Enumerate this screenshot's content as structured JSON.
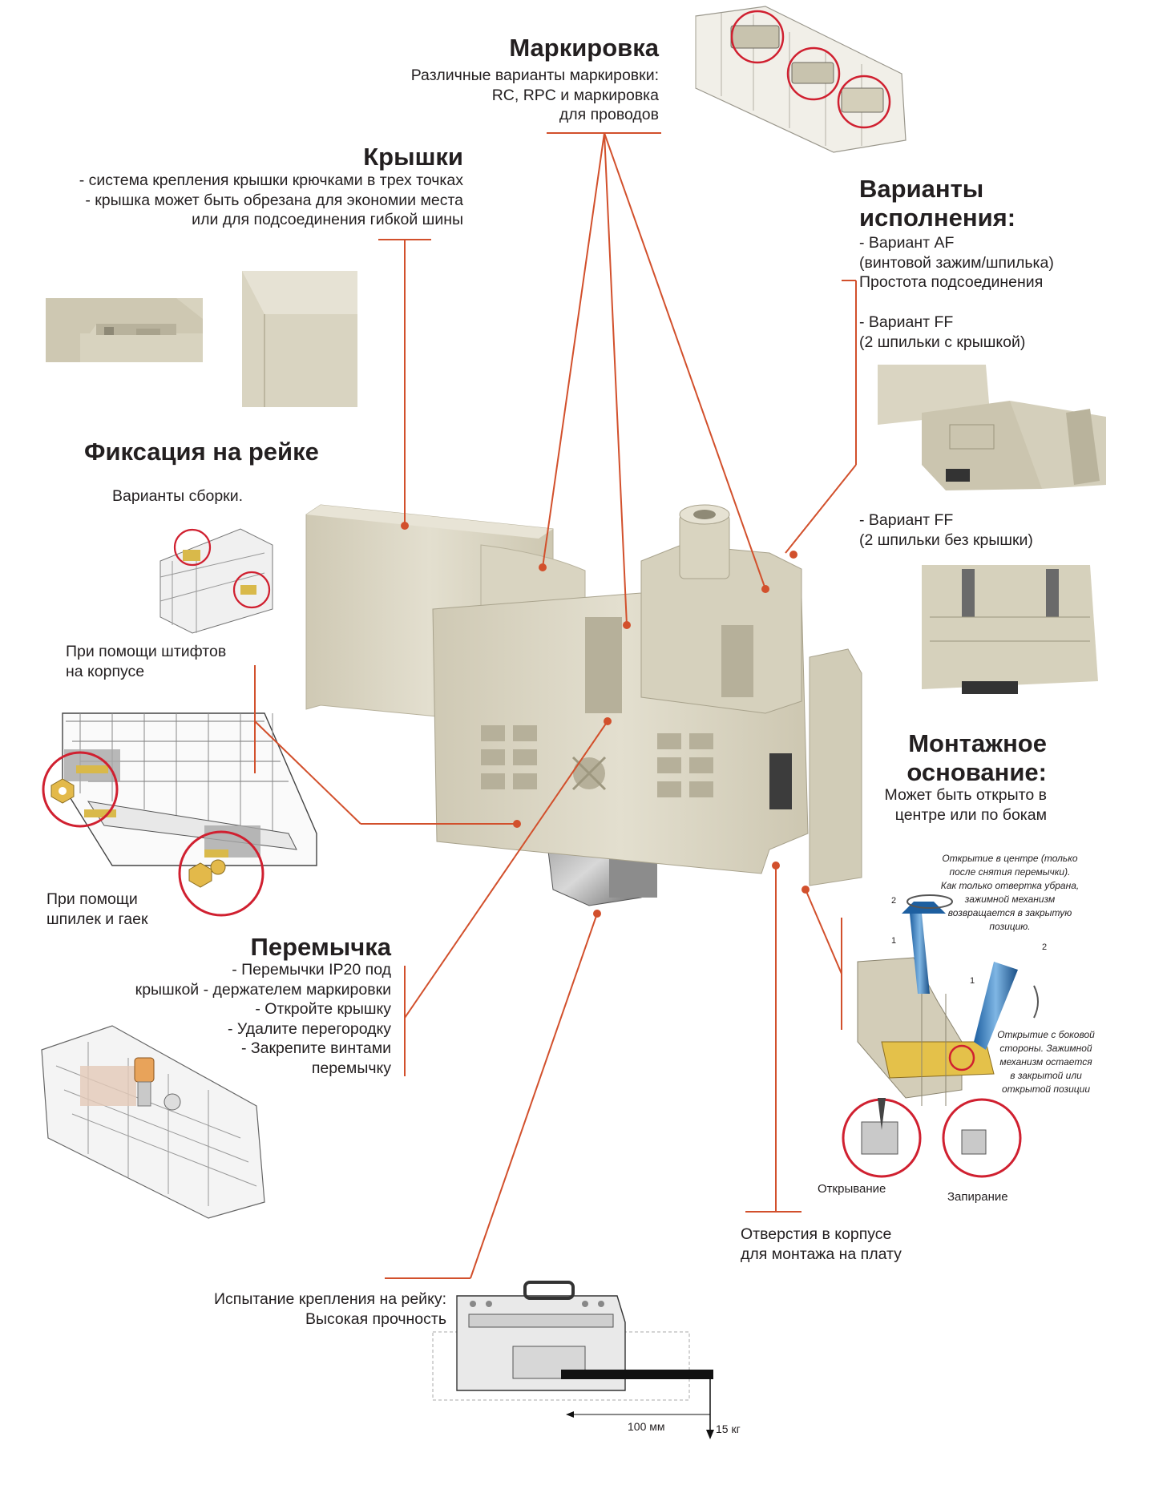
{
  "marking": {
    "title": "Маркировка",
    "lines": [
      "Различные варианты маркировки:",
      "RC, RPC и маркировка",
      "для проводов"
    ]
  },
  "covers": {
    "title": "Крышки",
    "lines": [
      "- система крепления крышки крючками в трех точках",
      "- крышка может быть обрезана для экономии места",
      "или для подсоединения гибкой шины"
    ]
  },
  "rail_fix": {
    "title": "Фиксация на рейке",
    "subtitle": "Варианты сборки.",
    "pins_label": [
      "При помощи штифтов",
      "на корпусе"
    ],
    "studs_label": [
      "При помощи",
      "шпилек и гаек"
    ]
  },
  "jumper": {
    "title": "Перемычка",
    "lines": [
      "- Перемычки IP20 под",
      "крышкой - держателем маркировки",
      "- Откройте крышку",
      "- Удалите перегородку",
      "- Закрепите винтами",
      "перемычку"
    ]
  },
  "variants": {
    "title_lines": [
      "Варианты",
      "исполнения:"
    ],
    "af": [
      "- Вариант AF",
      "(винтовой зажим/шпилька)",
      "Простота подсоединения"
    ],
    "ff_cover": [
      "- Вариант FF",
      "(2 шпильки с крышкой)"
    ],
    "ff_nocover": [
      "- Вариант FF",
      "(2 шпильки без крышки)"
    ]
  },
  "base": {
    "title_lines": [
      "Монтажное",
      "основание:"
    ],
    "lines": [
      "Может быть открыто в",
      "центре или по бокам"
    ],
    "note_center": [
      "Открытие в центре (только",
      "после снятия перемычки).",
      "Как только отвертка убрана,",
      "зажимной механизм",
      "возвращается в закрытую",
      "позицию."
    ],
    "note_side": [
      "Открытие с боковой",
      "стороны. Зажимной",
      "механизм остается",
      "в закрытой или",
      "открытой позиции"
    ],
    "step_1": "1",
    "step_2": "2",
    "opening": "Открывание",
    "locking": "Запирание"
  },
  "holes": {
    "lines": [
      "Отверстия в корпусе",
      "для монтажа на плату"
    ]
  },
  "test": {
    "lines": [
      "Испытание крепления на рейку:",
      "Высокая прочность"
    ],
    "distance": "100 мм",
    "load": "15 кг"
  },
  "colors": {
    "leader": "#d2502c",
    "body": "#ddd8c6",
    "body_dark": "#c9c3ae",
    "callout_circle": "#d02030"
  }
}
